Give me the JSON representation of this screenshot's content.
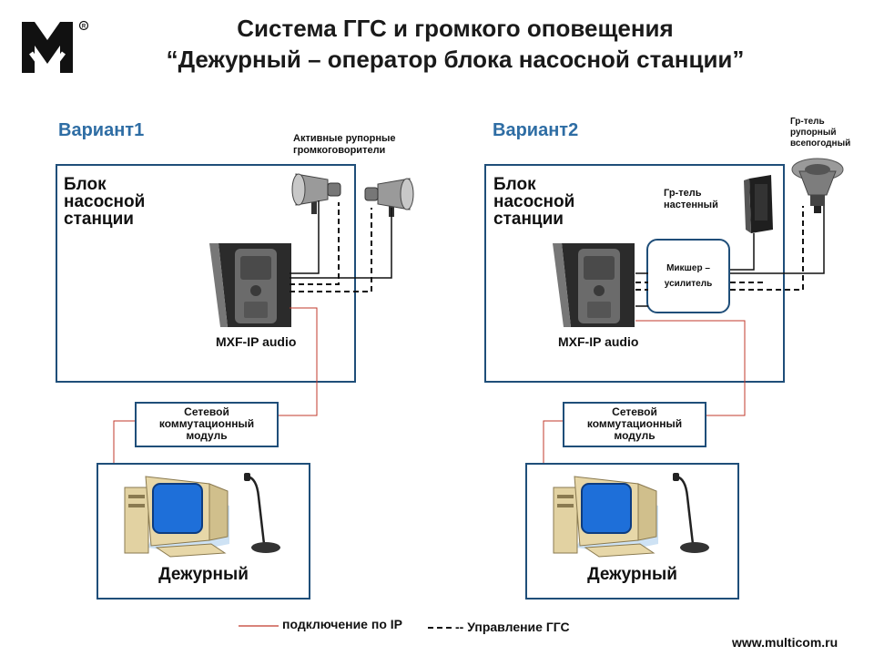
{
  "header": {
    "title_line1": "Система ГГС и громкого оповещения",
    "title_line2": "“Дежурный – оператор блока насосной станции”"
  },
  "variant1": {
    "label": "Вариант1",
    "block_line1": "Блок",
    "block_line2": "насосной",
    "block_line3": "станции",
    "speakers_line1": "Активные рупорные",
    "speakers_line2": "громкоговорители",
    "device": "MXF-IP audio",
    "switch_line1": "Сетевой",
    "switch_line2": "коммутационный",
    "switch_line3": "модуль",
    "operator": "Дежурный"
  },
  "variant2": {
    "label": "Вариант2",
    "block_line1": "Блок",
    "block_line2": "насосной",
    "block_line3": "станции",
    "wall_speaker_line1": "Гр-тель",
    "wall_speaker_line2": "настенный",
    "horn_line1": "Гр-тель",
    "horn_line2": "рупорный",
    "horn_line3": "всепогодный",
    "mixer_line1": "Микшер –",
    "mixer_line2": "усилитель",
    "device": "MXF-IP audio",
    "switch_line1": "Сетевой",
    "switch_line2": "коммутационный",
    "switch_line3": "модуль",
    "operator": "Дежурный"
  },
  "legend": {
    "ip_label": "подключение по IP",
    "ggs_label": "-- Управление ГГС",
    "ip_color": "#c0392b"
  },
  "footer": {
    "site": "www.multicom.ru"
  },
  "colors": {
    "box_border": "#1f4e79",
    "variant_title": "#2e6da4",
    "monitor_screen": "#1e6fd9",
    "pc_beige": "#e7d7a8"
  }
}
